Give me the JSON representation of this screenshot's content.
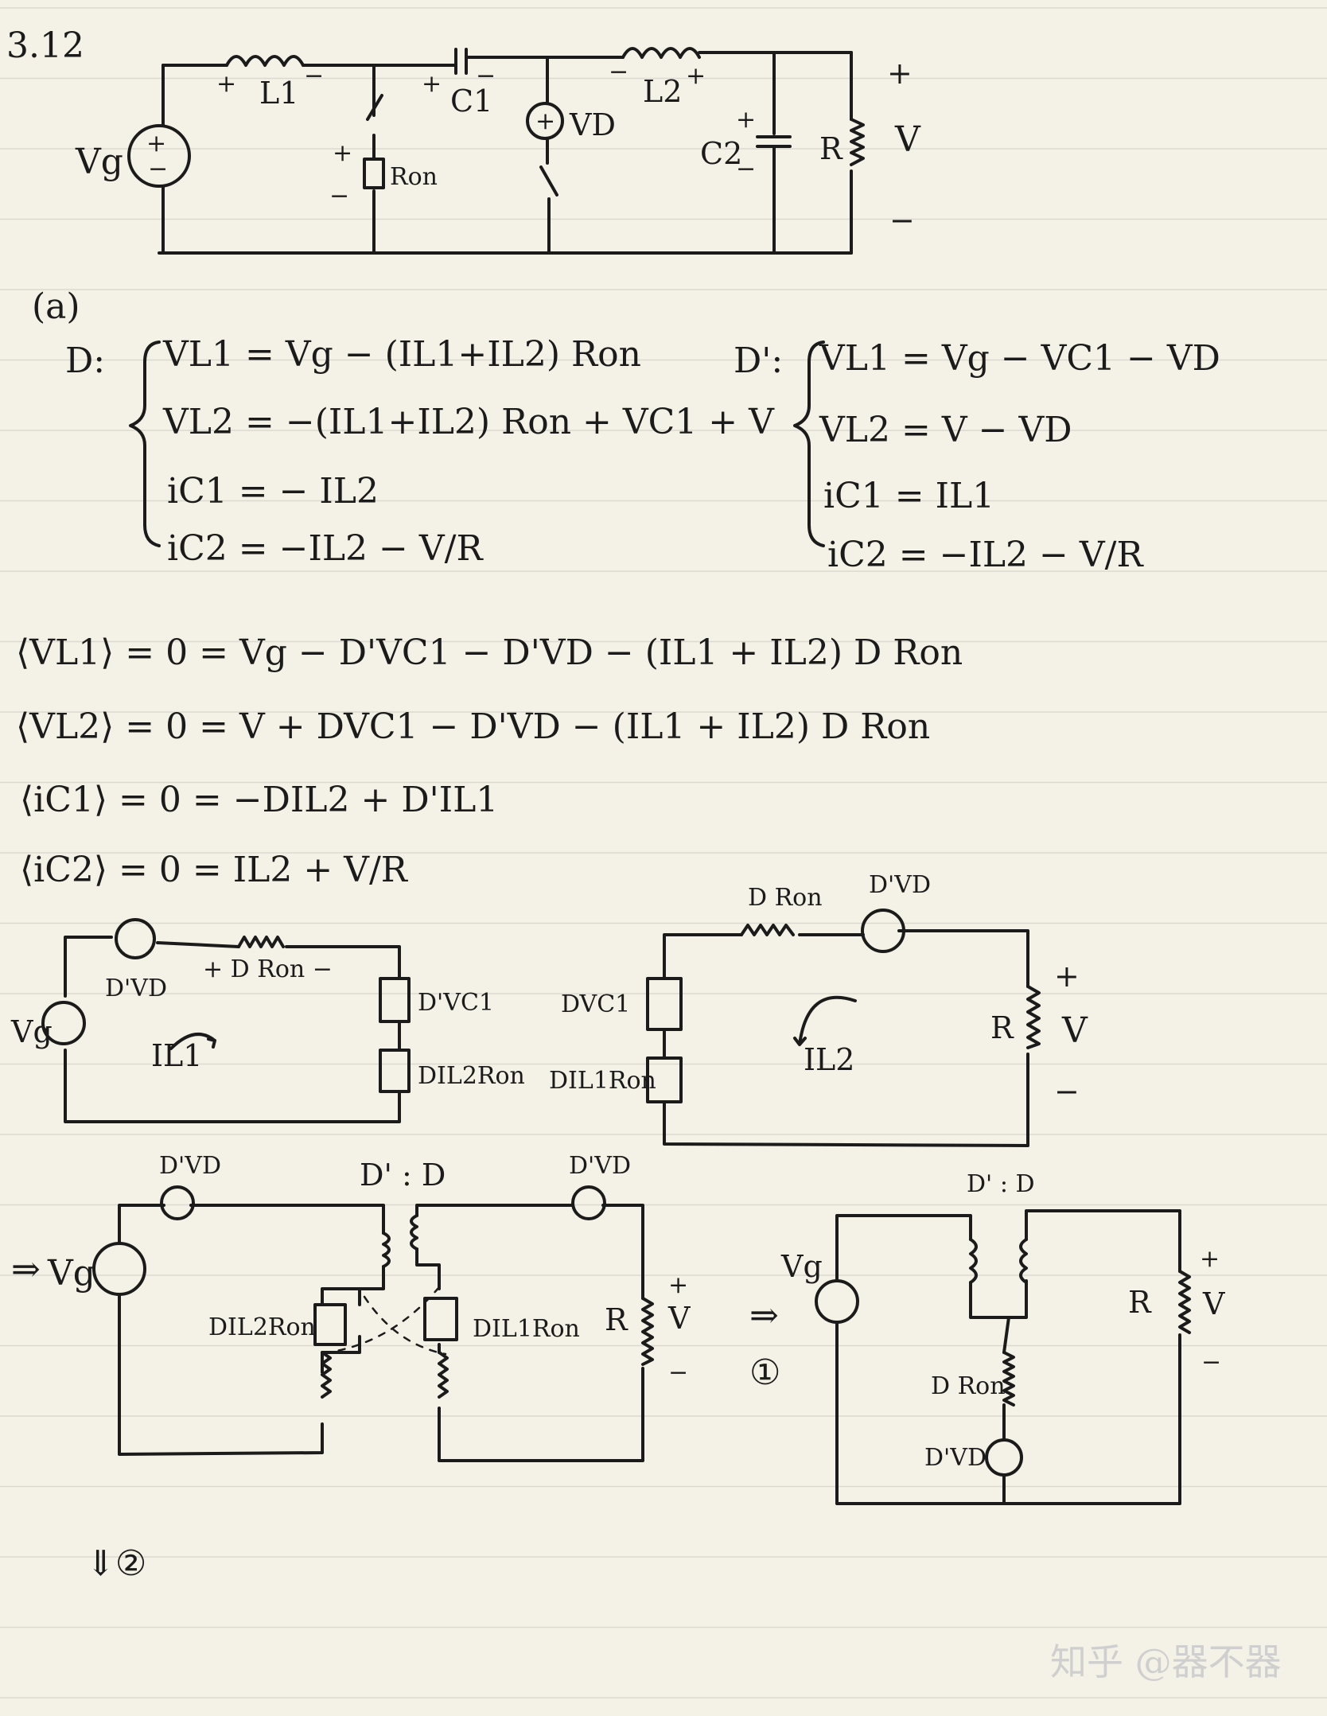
{
  "problem_number": "3.12",
  "part_label": "(a)",
  "circuit": {
    "source": "Vg",
    "inductor1": "L1",
    "capacitor1": "C1",
    "inductor2": "L2",
    "capacitor2": "C2",
    "switch_resistance": "Ron",
    "diode_drop": "VD",
    "load": "R",
    "output": "V",
    "plus": "+",
    "minus": "−"
  },
  "interval_D": {
    "label": "D:",
    "equations": [
      "VL1 = Vg − (IL1+IL2) Ron",
      "VL2 = −(IL1+IL2) Ron + VC1 + V",
      "iC1 = − IL2",
      "iC2 = −IL2 − V/R"
    ]
  },
  "interval_Dprime": {
    "label": "D':",
    "equations": [
      "VL1 = Vg − VC1 − VD",
      "VL2 = V − VD",
      "iC1 = IL1",
      "iC2 = −IL2 − V/R"
    ]
  },
  "averages": [
    "⟨VL1⟩ = 0 = Vg − D'VC1 − D'VD − (IL1 + IL2) D Ron",
    "⟨VL2⟩ = 0 = V + DVC1 − D'VD − (IL1 + IL2) D Ron",
    "⟨iC1⟩ = 0 = −DIL2 + D'IL1",
    "⟨iC2⟩ = 0 = IL2 + V/R"
  ],
  "model_left": {
    "source": "Vg",
    "src1": "D'VD",
    "res": "+ D Ron −",
    "src2": "D'VC1",
    "src3": "DIL2Ron",
    "current": "IL1"
  },
  "model_right": {
    "res": "D Ron",
    "src1": "D'VD",
    "src2": "DVC1",
    "src3": "DIL1Ron",
    "current": "IL2",
    "load": "R",
    "output": "V"
  },
  "transformer_model": {
    "arrow": "⇒",
    "source": "Vg",
    "src_left": "D'VD",
    "src_right": "D'VD",
    "ratio": "D' : D",
    "dep_left": "DIL2Ron",
    "dep_right": "DIL1Ron",
    "load": "R",
    "output": "V",
    "step": "⇓②"
  },
  "final_model": {
    "arrow": "⇒",
    "step": "①",
    "ratio": "D' : D",
    "source": "Vg",
    "res": "D Ron",
    "src": "D'VD",
    "load": "R",
    "output": "V"
  },
  "watermark": "知乎 @器不器"
}
